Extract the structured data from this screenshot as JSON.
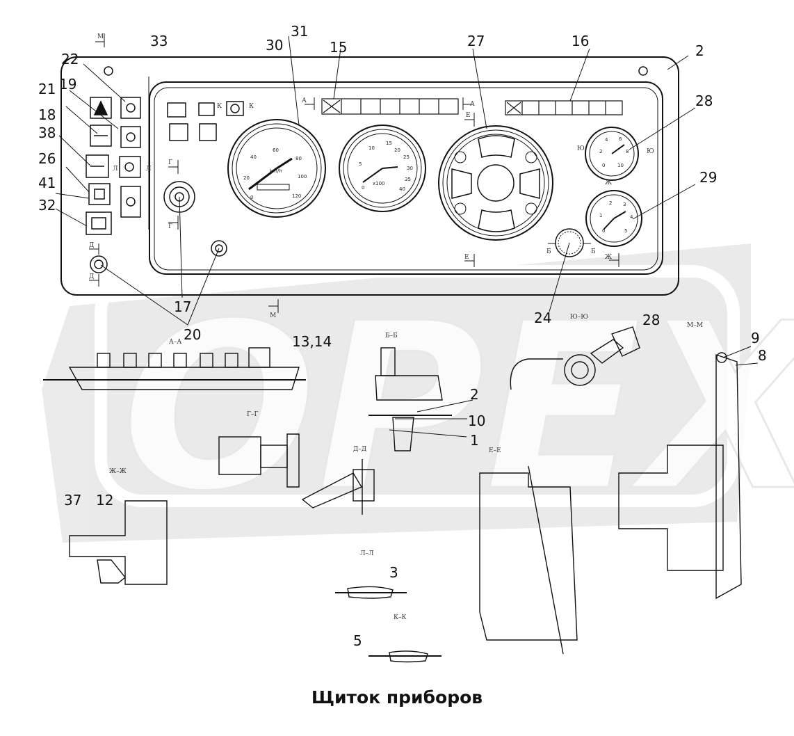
{
  "caption": "Щиток приборов",
  "watermark": "OPEX",
  "callouts": {
    "c2": "2",
    "c2b": "2",
    "c1": "1",
    "c3": "3",
    "c5": "5",
    "c8": "8",
    "c9": "9",
    "c10": "10",
    "c12": "12",
    "c13_14": "13,14",
    "c15": "15",
    "c16": "16",
    "c17": "17",
    "c18": "18",
    "c19": "19",
    "c20": "20",
    "c21": "21",
    "c22": "22",
    "c24": "24",
    "c26": "26",
    "c27": "27",
    "c28": "28",
    "c28b": "28",
    "c29": "29",
    "c30": "30",
    "c31": "31",
    "c32": "32",
    "c33": "33",
    "c37": "37",
    "c38": "38",
    "c41": "41"
  },
  "sections": {
    "aa": "А–А",
    "bb": "Б–Б",
    "gg": "Г–Г",
    "dd": "Д–Д",
    "ee": "Е–Е",
    "yuyu": "Ю–Ю",
    "mm": "М–М",
    "zhzh": "Ж–Ж",
    "ll": "Л–Л",
    "kk": "К–К"
  },
  "cut_marks": {
    "m": "М",
    "a": "А",
    "e": "Е",
    "g": "Г",
    "d": "Д",
    "b": "Б",
    "yu": "Ю",
    "zh": "Ж",
    "l": "Л",
    "k": "К"
  },
  "speedometer": {
    "ticks": [
      "0",
      "20",
      "40",
      "60",
      "80",
      "100",
      "120"
    ],
    "unit": "km/h"
  },
  "tachometer": {
    "ticks": [
      "0",
      "5",
      "10",
      "15",
      "20",
      "25",
      "30",
      "35",
      "40"
    ],
    "unit": "x100"
  },
  "gauges": {
    "gauge_top_ticks": [
      "0",
      "2",
      "4",
      "6",
      "8",
      "10"
    ],
    "gauge_bottom_ticks": [
      "0",
      "1",
      "2",
      "3",
      "4",
      "5"
    ]
  }
}
